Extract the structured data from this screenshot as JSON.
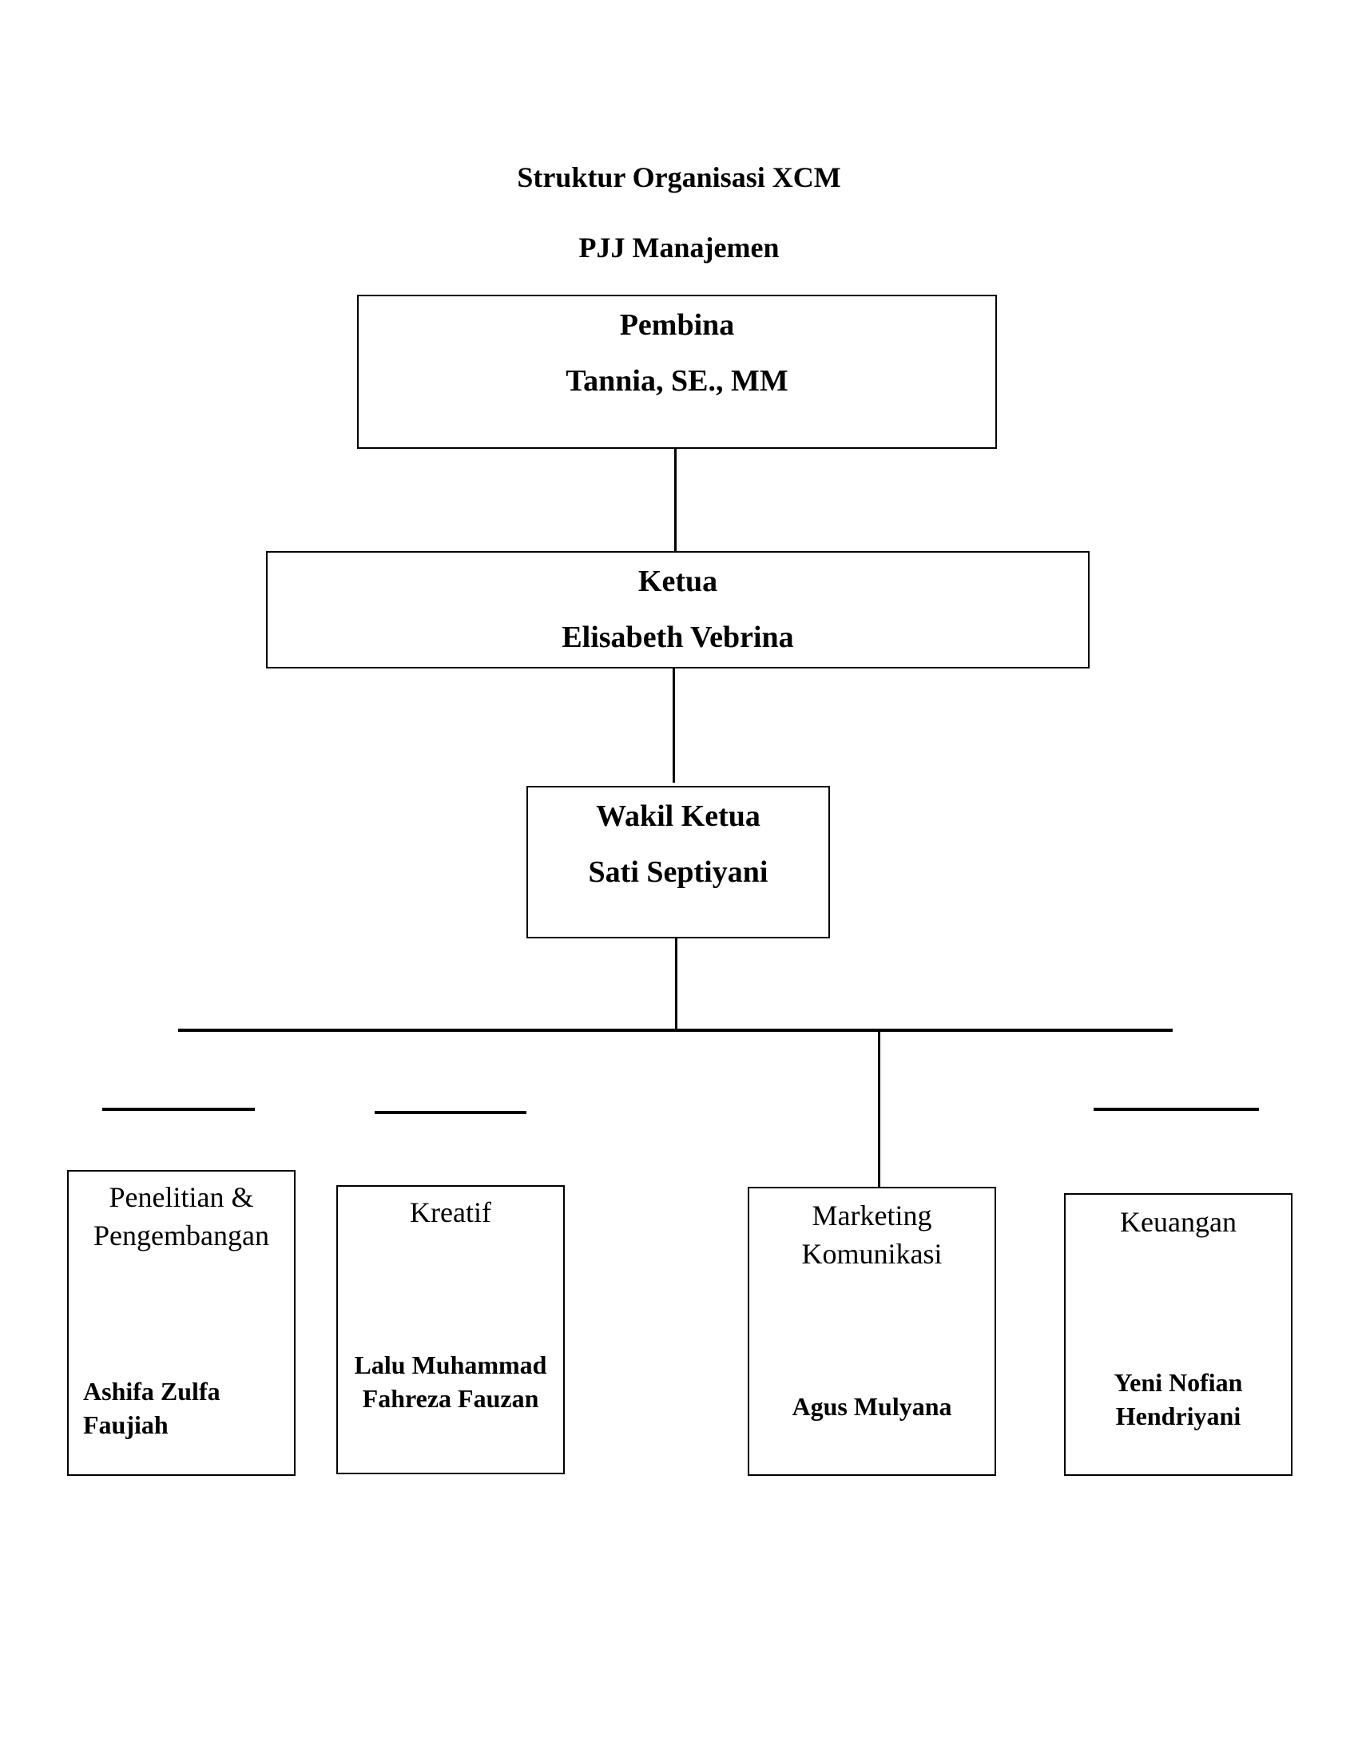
{
  "title": "Struktur Organisasi XCM",
  "subtitle": "PJJ Manajemen",
  "pembina": {
    "role": "Pembina",
    "name": "Tannia, SE., MM"
  },
  "ketua": {
    "role": "Ketua",
    "name": "Elisabeth Vebrina"
  },
  "wakil_ketua": {
    "role": "Wakil Ketua",
    "name": "Sati Septiyani"
  },
  "departments": [
    {
      "label": "Penelitian & Pengembangan",
      "name": "Ashifa Zulfa Faujiah"
    },
    {
      "label": "Kreatif",
      "name": "Lalu Muhammad Fahreza Fauzan"
    },
    {
      "label": "Marketing Komunikasi",
      "name": "Agus Mulyana"
    },
    {
      "label": "Keuangan",
      "name": "Yeni Nofian Hendriyani"
    }
  ]
}
